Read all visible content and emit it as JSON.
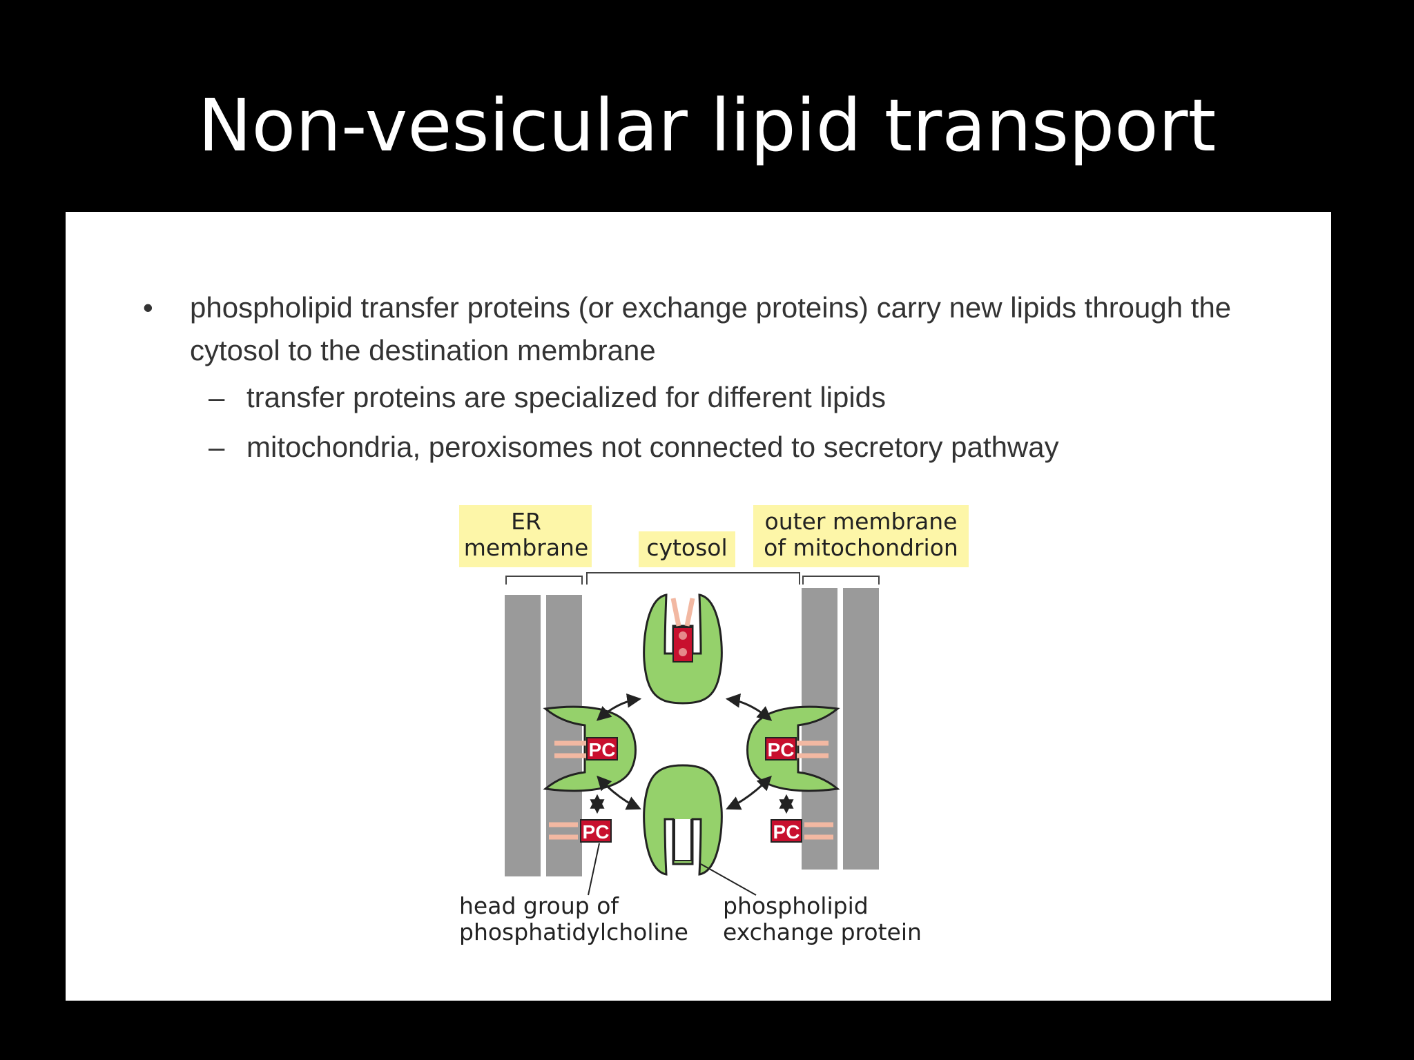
{
  "title": "Non-vesicular lipid transport",
  "bullet": {
    "mark": "•",
    "text": "phospholipid transfer proteins (or exchange proteins) carry new lipids through the cytosol to the destination membrane",
    "subs": [
      {
        "mark": "–",
        "text": "transfer proteins are specialized for different lipids"
      },
      {
        "mark": "–",
        "text": "mitochondria, peroxisomes not connected to secretory pathway"
      }
    ]
  },
  "diagram": {
    "labels": {
      "er_line1": "ER",
      "er_line2": "membrane",
      "cytosol": "cytosol",
      "mito_line1": "outer membrane",
      "mito_line2": "of mitochondrion",
      "head_line1": "head group of",
      "head_line2": "phosphatidylcholine",
      "protein_line1": "phospholipid",
      "protein_line2": "exchange protein"
    },
    "pc_label": "PC",
    "colors": {
      "label_bg": "#fdf6a8",
      "membrane": "#9a9a9a",
      "protein": "#95d16b",
      "headgroup": "#c8102e",
      "tail": "#f2b8a2"
    }
  }
}
